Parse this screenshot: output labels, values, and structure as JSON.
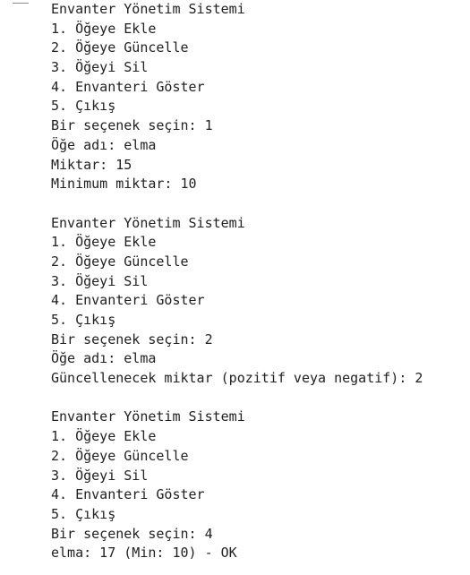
{
  "console": {
    "lines": [
      "Envanter Yönetim Sistemi",
      "1. Öğeye Ekle",
      "2. Öğeye Güncelle",
      "3. Öğeyi Sil",
      "4. Envanteri Göster",
      "5. Çıkış",
      "Bir seçenek seçin: 1",
      "Öğe adı: elma",
      "Miktar: 15",
      "Minimum miktar: 10",
      "",
      "Envanter Yönetim Sistemi",
      "1. Öğeye Ekle",
      "2. Öğeye Güncelle",
      "3. Öğeyi Sil",
      "4. Envanteri Göster",
      "5. Çıkış",
      "Bir seçenek seçin: 2",
      "Öğe adı: elma",
      "Güncellenecek miktar (pozitif veya negatif): 2",
      "",
      "Envanter Yönetim Sistemi",
      "1. Öğeye Ekle",
      "2. Öğeye Güncelle",
      "3. Öğeyi Sil",
      "4. Envanteri Göster",
      "5. Çıkış",
      "Bir seçenek seçin: 4",
      "elma: 17 (Min: 10) - OK"
    ]
  }
}
